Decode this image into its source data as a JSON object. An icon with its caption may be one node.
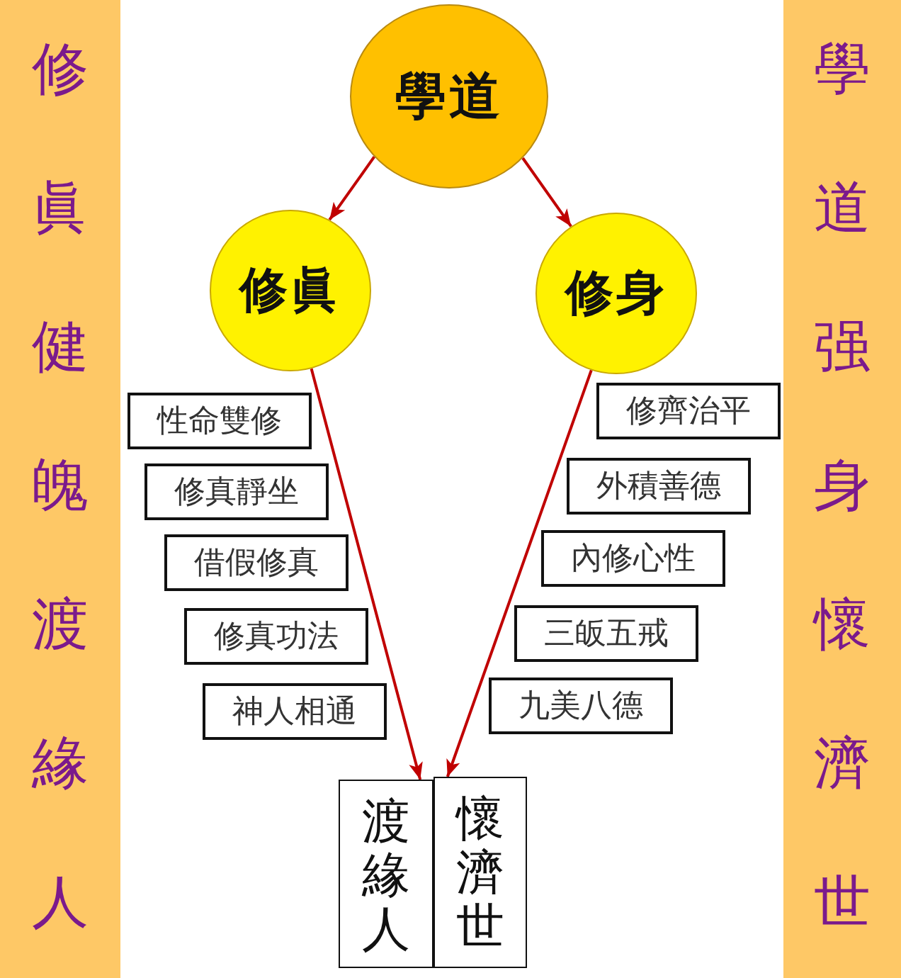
{
  "diagram": {
    "nodes": [
      {
        "text": [
          "修眞健魄渡緣人"
        ]
      },
      {
        "text": [
          "學道"
        ]
      },
      {
        "text": [
          "修眞"
        ]
      },
      {
        "text": [
          "修身"
        ]
      },
      {
        "text": [
          "性命雙修"
        ]
      },
      {
        "text": [
          "修真靜坐"
        ]
      },
      {
        "text": [
          "借假修真"
        ]
      },
      {
        "text": [
          "修真功法"
        ]
      },
      {
        "text": [
          "神人相通"
        ]
      },
      {
        "text": [
          "修齊治平"
        ]
      },
      {
        "text": [
          "外積善德"
        ]
      },
      {
        "text": [
          "內修心性"
        ]
      },
      {
        "text": [
          "三皈五戒"
        ]
      },
      {
        "text": [
          "九美八德"
        ]
      },
      {
        "text": [
          "渡緣人"
        ]
      },
      {
        "text": [
          "懷濟世"
        ]
      },
      {
        "text": [
          "學道强身懷濟世"
        ]
      }
    ],
    "edges": [
      {
        "from": 1,
        "to": 2,
        "arrow": "to"
      },
      {
        "from": 1,
        "to": 3,
        "arrow": "to"
      },
      {
        "from": 2,
        "to": 14,
        "arrow": "to"
      },
      {
        "from": 3,
        "to": 15,
        "arrow": "to"
      }
    ]
  }
}
